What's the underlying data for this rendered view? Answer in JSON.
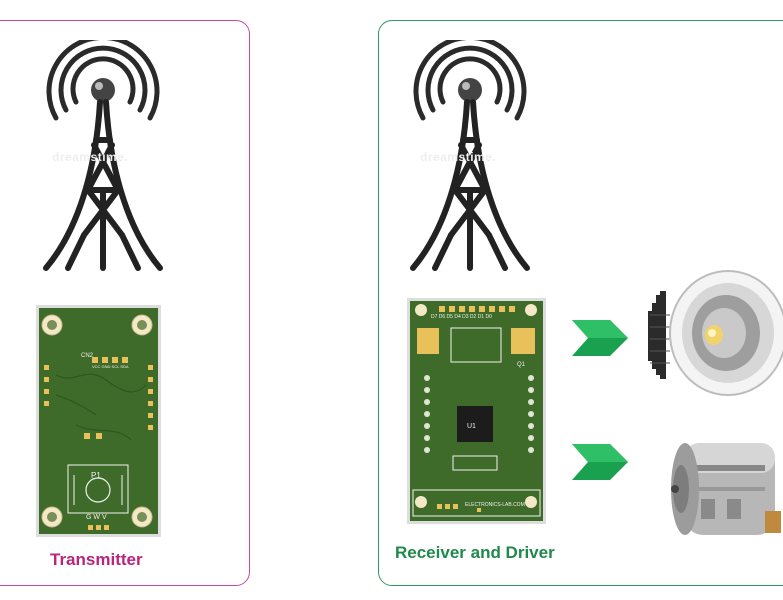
{
  "transmitter": {
    "caption": "Transmitter",
    "watermark": "dreamstime.",
    "pcb": {
      "connector_label": "CN2",
      "pin_labels": "VCC GND SCL SDA",
      "header_label": "P1",
      "bottom_pins": "G W V"
    }
  },
  "receiver": {
    "caption": "Receiver and Driver",
    "watermark": "dreamstime.",
    "pcb": {
      "top_pins": "D7 D6 D5 D4 D3 D2 D1 D0",
      "ic_label": "U1",
      "q_label": "Q1",
      "silkscreen": "ELECTRONICS-LAB.COM"
    }
  },
  "colors": {
    "transmitter_accent": "#c84a9a",
    "receiver_accent": "#2e9a63",
    "pcb_green": "#3f6b2a",
    "arrow_green": "#1aa14f"
  },
  "icons": [
    "antenna-tower-icon",
    "antenna-tower-icon",
    "chevron-arrow-icon",
    "chevron-arrow-icon",
    "led-downlight-icon",
    "dc-motor-icon"
  ]
}
